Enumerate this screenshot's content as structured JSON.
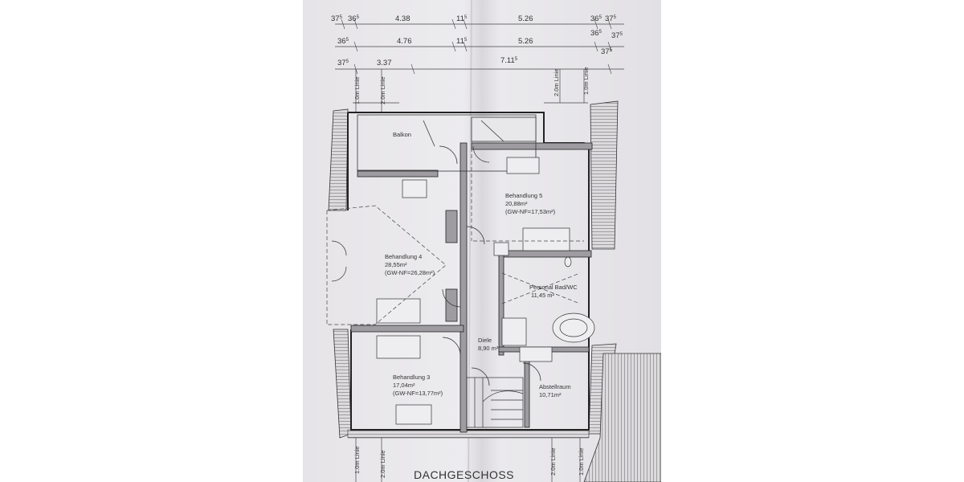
{
  "plan": {
    "title": "DACHGESCHOSS",
    "dimension_rows": [
      [
        "37",
        "36",
        "4.38",
        "11",
        "5.26",
        "36",
        "37"
      ],
      [
        "36",
        "4.76",
        "11",
        "5.26",
        "36",
        "37"
      ],
      [
        "37",
        "3.37",
        "7.11",
        "37"
      ]
    ],
    "dimension_sup": "5",
    "line_labels": {
      "one_meter": "1.0m Linie",
      "two_meter": "2.0m Linie"
    },
    "rooms": {
      "balkon": {
        "name": "Balkon"
      },
      "behandlung5": {
        "name": "Behandlung 5",
        "area": "20,88m²",
        "net": "(GW-NF=17,53m²)"
      },
      "behandlung4": {
        "name": "Behandlung 4",
        "area": "28,55m²",
        "net": "(GW-NF=26,28m²)"
      },
      "personal_bad": {
        "name": "Personal Bad/WC",
        "area": "11,45 m²"
      },
      "diele": {
        "name": "Diele",
        "area": "8,90 m²"
      },
      "behandlung3": {
        "name": "Behandlung 3",
        "area": "17,04m²",
        "net": "(GW-NF=13,77m²)"
      },
      "abstellraum": {
        "name": "Abstellraum",
        "area": "10,71m²"
      }
    }
  }
}
